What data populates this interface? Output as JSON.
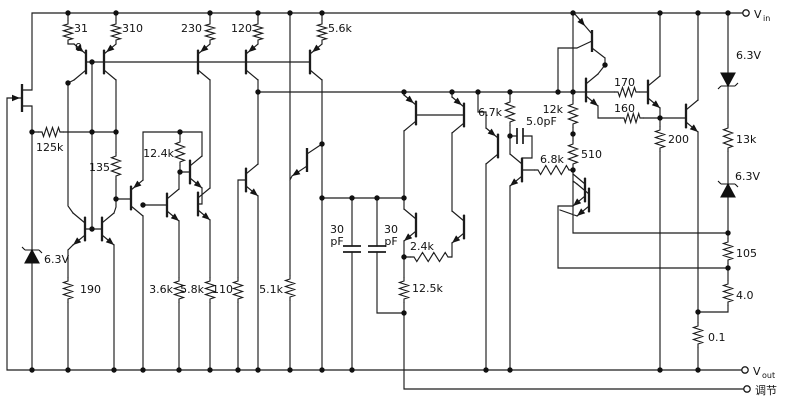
{
  "schematic": {
    "resistors": {
      "r1a": "31",
      "r1b": "0",
      "r2": "310",
      "r3": "230",
      "r4": "120",
      "r5": "5.6k",
      "r6": "125k",
      "r7": "135",
      "r8": "12.4k",
      "r9": "190",
      "r10": "3.6k",
      "r11": "5.8k",
      "r12": "110",
      "r13": "5.1k",
      "r14": "2.4k",
      "r15": "12.5k",
      "r16": "6.7k",
      "r17": "12k",
      "r18": "510",
      "r19": "6.8k",
      "r20": "170",
      "r21": "160",
      "r22": "200",
      "r23": "13k",
      "r24": "105",
      "r25": "4.0",
      "r26": "0.1"
    },
    "capacitors": {
      "c1a": "30",
      "c1b": "pF",
      "c2a": "30",
      "c2b": "pF",
      "c3": "5.0pF"
    },
    "zeners": {
      "z1": "6.3V",
      "z2": "6.3V",
      "z3": "6.3V"
    },
    "terminals": {
      "vin_v": "V",
      "vin_sub": "in",
      "vout_v": "V",
      "vout_sub": "out",
      "adjust": "调节"
    }
  }
}
